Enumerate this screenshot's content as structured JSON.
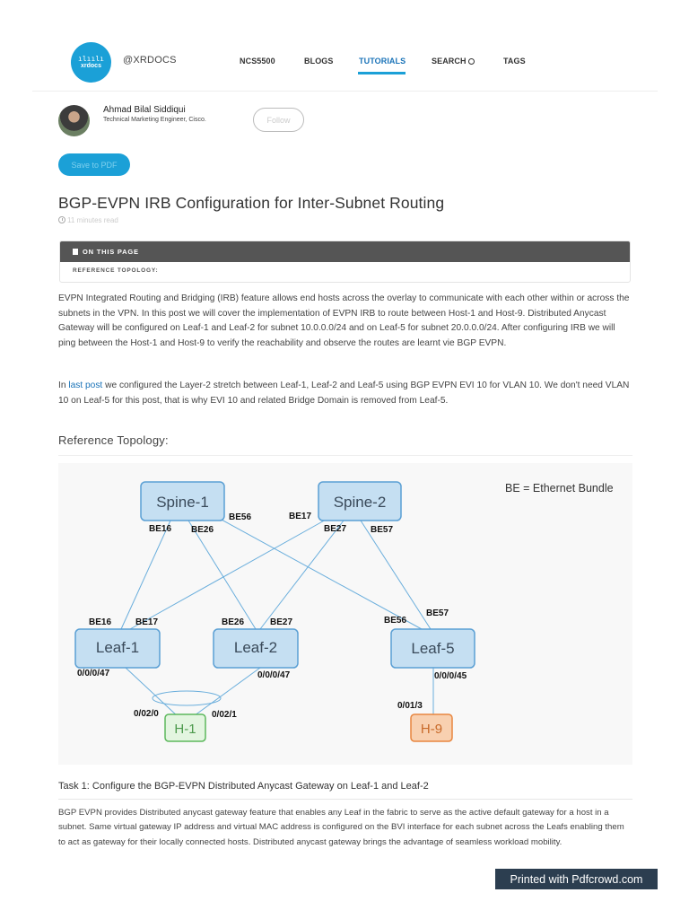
{
  "header": {
    "logo_text": "xrdocs",
    "site_name": "@XRDOCS",
    "nav": [
      {
        "label": "NCS5500"
      },
      {
        "label": "BLOGS"
      },
      {
        "label": "TUTORIALS"
      },
      {
        "label": "SEARCH"
      },
      {
        "label": "TAGS"
      }
    ]
  },
  "author": {
    "name": "Ahmad Bilal Siddiqui",
    "role": "Technical Marketing Engineer, Cisco.",
    "follow_label": "Follow"
  },
  "save_pdf_label": "Save to PDF",
  "title": "BGP-EVPN IRB Configuration for Inter-Subnet Routing",
  "read_time": "11 minutes read",
  "toc": {
    "heading": "ON THIS PAGE",
    "items": [
      "REFERENCE TOPOLOGY:"
    ]
  },
  "intro": {
    "p1": "EVPN Integrated Routing and Bridging (IRB) feature allows end hosts across the overlay to communicate with each other within or across the subnets in the VPN. In this post we will cover the implementation of EVPN IRB to route between Host-1 and Host-9. Distributed Anycast Gateway will be configured on Leaf-1 and Leaf-2 for subnet 10.0.0.0/24 and on Leaf-5 for subnet 20.0.0.0/24. After configuring IRB we will ping between the Host-1 and Host-9 to verify the reachability and observe the routes are learnt vie BGP EVPN.",
    "p2_prefix": "In ",
    "p2_link": "last post",
    "p2_rest": " we configured the Layer-2 stretch between Leaf-1, Leaf-2 and Leaf-5 using BGP EVPN EVI 10 for VLAN 10. We don't need VLAN 10 on Leaf-5 for this post, that is why EVI 10 and related Bridge Domain is removed from Leaf-5."
  },
  "reference_heading": "Reference Topology:",
  "topology": {
    "legend": "BE = Ethernet Bundle",
    "spines": [
      "Spine-1",
      "Spine-2"
    ],
    "leaves": [
      "Leaf-1",
      "Leaf-2",
      "Leaf-5"
    ],
    "hosts": [
      "H-1",
      "H-9"
    ],
    "bundle_labels": {
      "spine1_left": "BE16",
      "spine1_mid": "BE26",
      "spine1_right": "BE56",
      "spine2_left": "BE17",
      "spine2_mid": "BE27",
      "spine2_right": "BE57",
      "leaf1_a": "BE16",
      "leaf1_b": "BE17",
      "leaf2_a": "BE26",
      "leaf2_b": "BE27",
      "leaf5_a": "BE56",
      "leaf5_b": "BE57"
    },
    "ports": {
      "leaf1": "0/0/0/47",
      "leaf2": "0/0/0/47",
      "leaf5": "0/0/0/45",
      "h1_left": "0/02/0",
      "h1_right": "0/02/1",
      "h9": "0/01/3"
    },
    "colors": {
      "node_fill": "#c5dff2",
      "node_stroke": "#5a9fd4",
      "link": "#6aaedc",
      "h1_fill": "#e3f5e0",
      "h1_stroke": "#5cb85c",
      "h9_fill": "#f8d0b0",
      "h9_stroke": "#e8863f"
    }
  },
  "task1": {
    "heading": "Task 1: Configure the BGP-EVPN Distributed Anycast Gateway on Leaf-1 and Leaf-2",
    "body": "BGP EVPN provides Distributed anycast gateway feature that enables any Leaf in the fabric to serve as the active default gateway for a host in a subnet. Same virtual gateway IP address and virtual MAC address is configured on the BVI interface for each subnet across the Leafs enabling them to act as gateway for their locally connected hosts. Distributed anycast gateway brings the advantage of seamless workload mobility."
  },
  "footer_badge": "Printed with Pdfcrowd.com"
}
